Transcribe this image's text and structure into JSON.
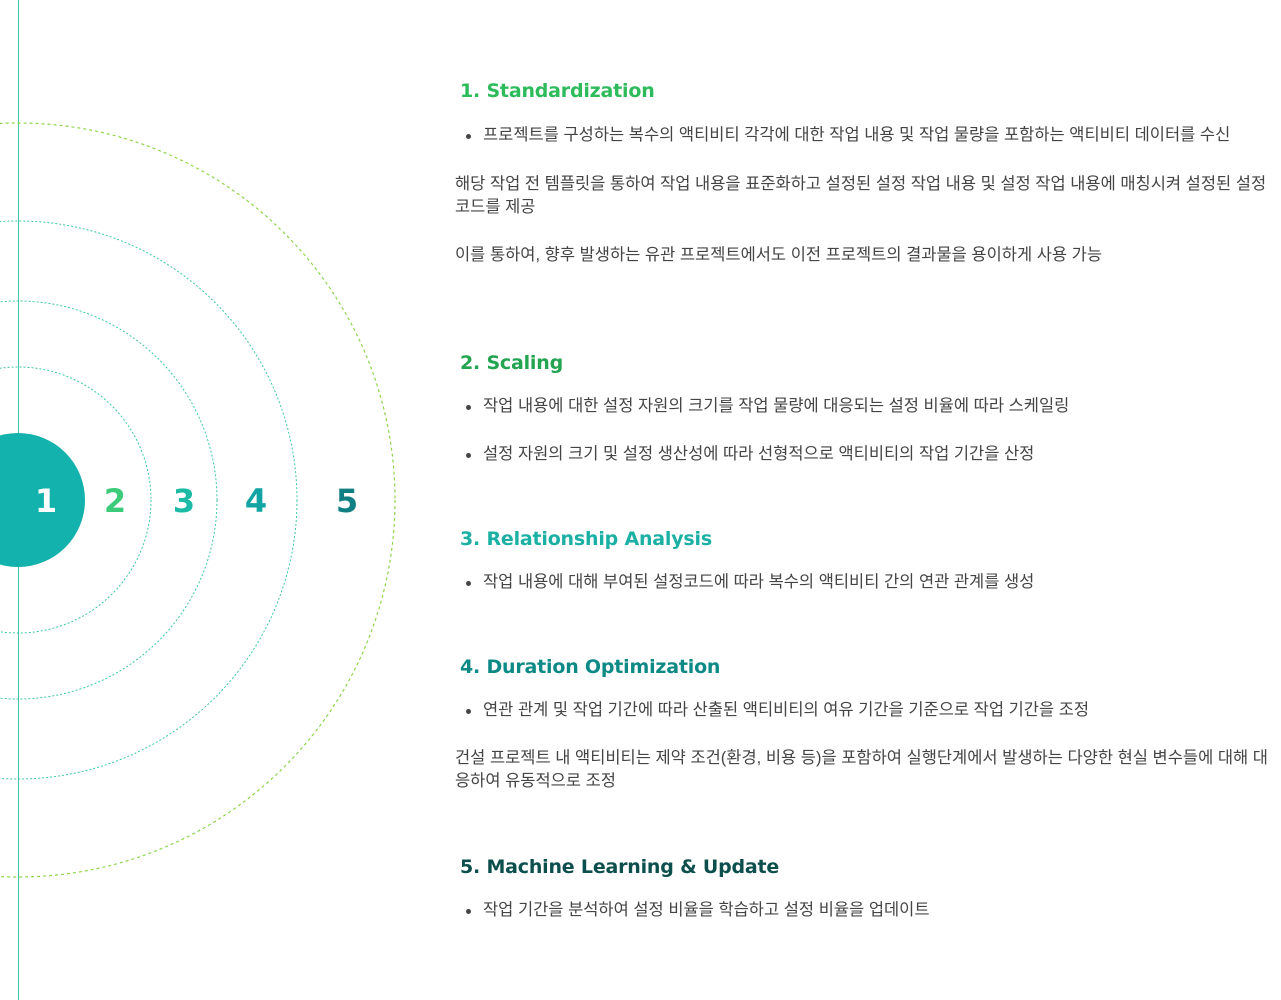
{
  "colors": {
    "line": "#3cc8a8",
    "ring_dotted": "#3cc8a8",
    "ring_outer": "#8fd44a",
    "core_fill": "#13b2ac",
    "step_1": "#ffffff",
    "step_2": "#3ccb7a",
    "step_3": "#1dbaa6",
    "step_4": "#12a3a3",
    "step_5": "#0f7f83",
    "title_1": "#2dbb5c",
    "title_2": "#22a450",
    "title_3": "#1bb0a4",
    "title_4": "#0d8a86",
    "title_5": "#0c4f4c"
  },
  "steps": [
    "1",
    "2",
    "3",
    "4",
    "5"
  ],
  "sections": [
    {
      "title": "1. Standardization",
      "bullets": [
        "프로젝트를 구성하는 복수의 액티비티 각각에 대한 작업 내용 및 작업 물량을 포함하는 액티비티 데이터를 수신"
      ],
      "paragraphs": [
        "해당 작업 전 템플릿을 통하여 작업 내용을 표준화하고 설정된 설정 작업 내용 및 설정 작업 내용에 매칭시켜 설정된 설정코드를 제공",
        "이를 통하여, 향후 발생하는 유관 프로젝트에서도 이전 프로젝트의 결과물을 용이하게 사용 가능"
      ]
    },
    {
      "title": "2. Scaling",
      "bullets": [
        "작업 내용에 대한 설정 자원의 크기를 작업 물량에 대응되는 설정 비율에 따라 스케일링",
        "설정 자원의 크기 및 설정 생산성에 따라 선형적으로 액티비티의 작업 기간을 산정"
      ]
    },
    {
      "title": "3. Relationship Analysis",
      "bullets": [
        "작업 내용에 대해 부여된 설정코드에 따라 복수의 액티비티 간의 연관 관계를 생성"
      ]
    },
    {
      "title": "4. Duration Optimization",
      "bullets": [
        "연관 관계 및 작업 기간에 따라 산출된 액티비티의 여유 기간을 기준으로 작업 기간을 조정"
      ],
      "paragraphs": [
        "건설 프로젝트 내 액티비티는 제약 조건(환경, 비용 등)을 포함하여 실행단계에서 발생하는 다양한 현실 변수들에 대해 대응하여 유동적으로 조정"
      ]
    },
    {
      "title": "5. Machine Learning & Update",
      "bullets": [
        "작업 기간을 분석하여 설정 비율을 학습하고 설정 비율을 업데이트"
      ]
    }
  ]
}
